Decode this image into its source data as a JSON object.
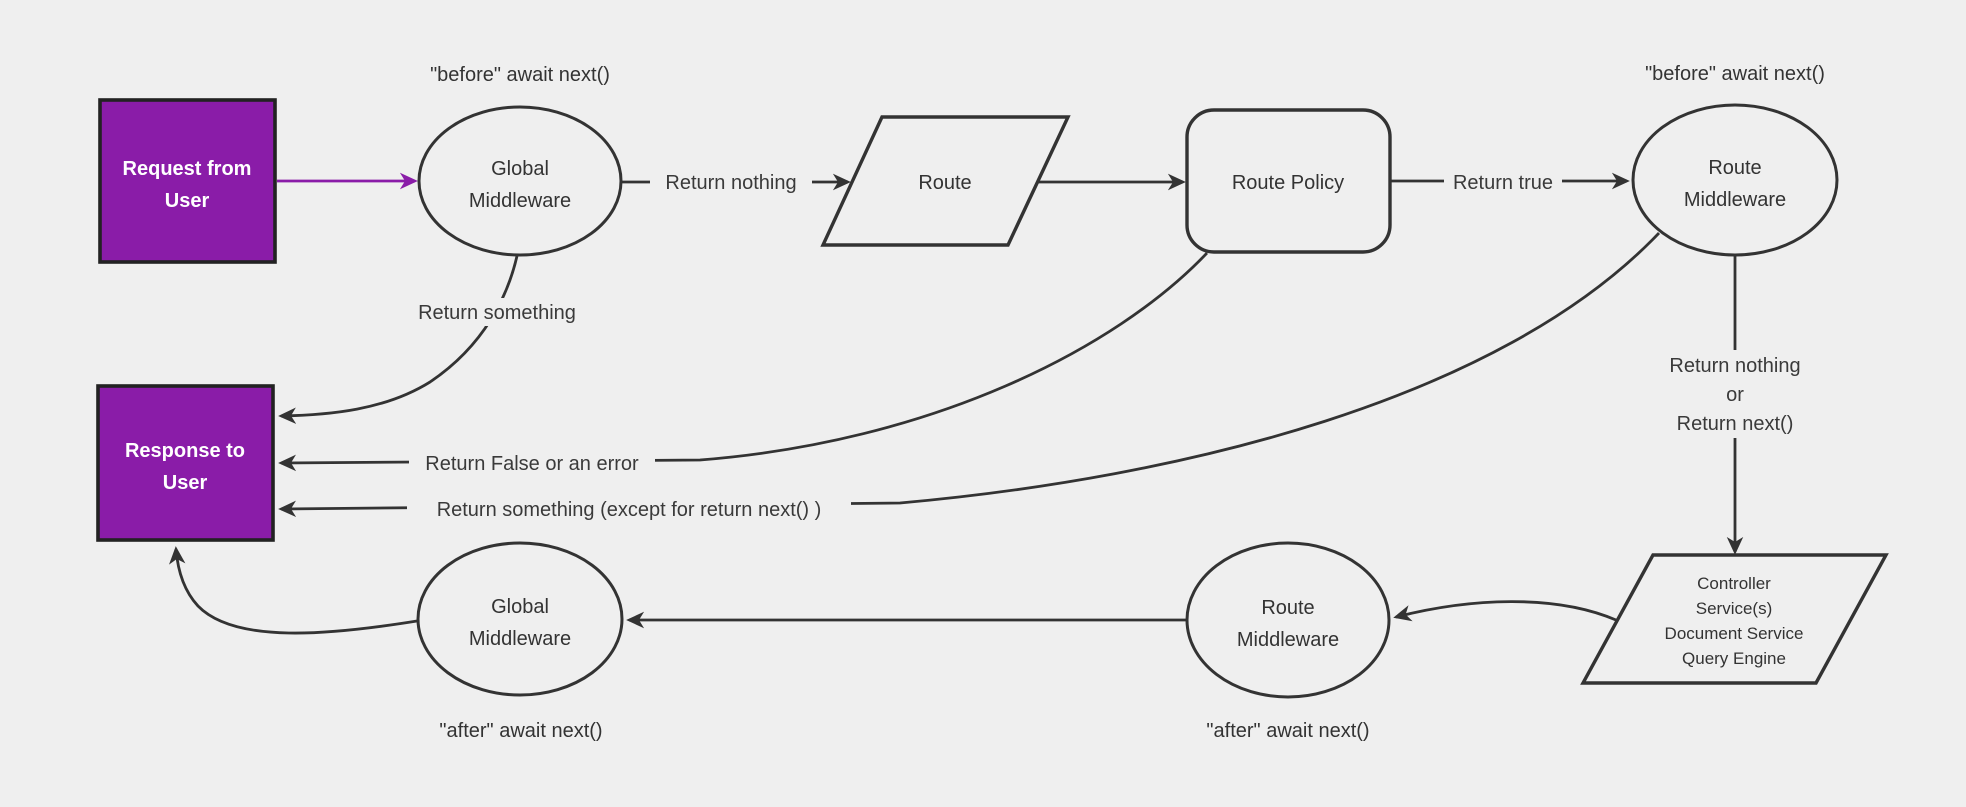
{
  "colors": {
    "background": "#efefef",
    "node_fill": "#efefef",
    "stroke": "#333333",
    "accent_purple": "#8a1ca8",
    "node_text": "#333333",
    "purple_box_text": "#ffffff"
  },
  "nodes": {
    "request": {
      "line1": "Request from",
      "line2": "User"
    },
    "global_middleware_top": {
      "line1": "Global",
      "line2": "Middleware"
    },
    "route": {
      "label": "Route"
    },
    "route_policy": {
      "label": "Route Policy"
    },
    "route_middleware_top": {
      "line1": "Route",
      "line2": "Middleware"
    },
    "controller": {
      "line1": "Controller",
      "line2": "Service(s)",
      "line3": "Document Service",
      "line4": "Query Engine"
    },
    "route_middleware_bottom": {
      "line1": "Route",
      "line2": "Middleware"
    },
    "global_middleware_bottom": {
      "line1": "Global",
      "line2": "Middleware"
    },
    "response": {
      "line1": "Response to",
      "line2": "User"
    }
  },
  "annotations": {
    "before_global_middleware": "\"before\" await next()",
    "before_route_middleware": "\"before\" await next()",
    "after_route_middleware": "\"after\" await next()",
    "after_global_middleware": "\"after\" await next()"
  },
  "edge_labels": {
    "return_nothing": "Return nothing",
    "return_true": "Return true",
    "return_something": "Return something",
    "return_false_or_error": "Return False or an error",
    "return_something_except": "Return something (except for return next() )",
    "return_nothing_or": {
      "line1": "Return nothing",
      "line2": "or",
      "line3": "Return next()"
    }
  }
}
